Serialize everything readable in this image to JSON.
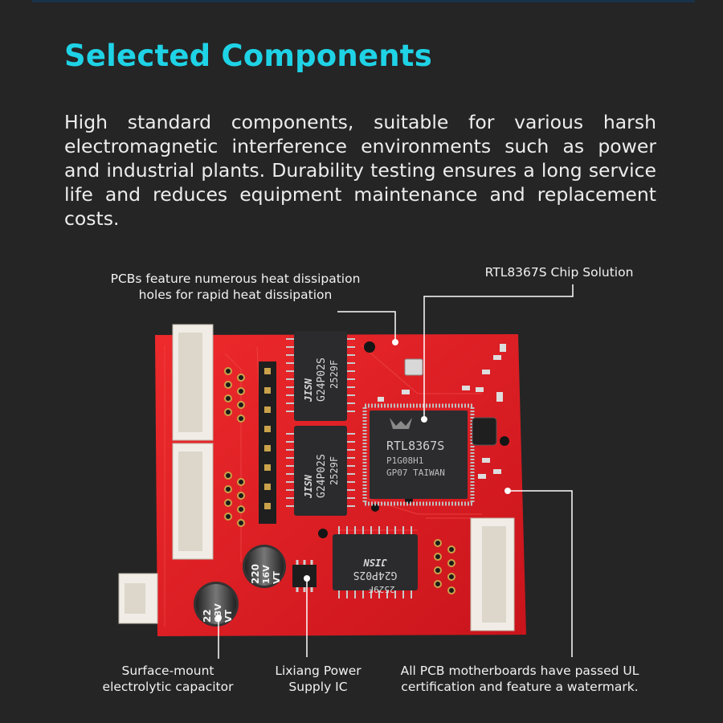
{
  "title": "Selected Components",
  "description": "High standard components, suitable for various harsh electromagnetic interference environments such as power and industrial plants. Durability testing ensures a long service life and reduces equipment maintenance and replacement costs.",
  "callouts": {
    "heat_holes": {
      "line1": "PCBs feature numerous heat dissipation",
      "line2": "holes for rapid heat dissipation"
    },
    "chip": {
      "line1": "RTL8367S Chip Solution"
    },
    "capacitor": {
      "line1": "Surface-mount",
      "line2": "electrolytic capacitor"
    },
    "power_ic": {
      "line1": "Lixiang Power",
      "line2": "Supply IC"
    },
    "ul_cert": {
      "line1": "All PCB motherboards have passed UL",
      "line2": "certification and feature a watermark."
    }
  },
  "board_markings": {
    "chip_model": "RTL8367S",
    "chip_line2": "P1G08H1",
    "chip_line3": "GP07 TAIWAN",
    "transformer_model": "G24P02S",
    "transformer_code": "2529F",
    "transformer_brand": "JISN",
    "cap_small_1": "22",
    "cap_small_2": "63V",
    "cap_small_3": "VT",
    "cap_big_1": "220",
    "cap_big_2": "16V",
    "cap_big_3": "VT"
  },
  "colors": {
    "background": "#252525",
    "title": "#1fd3e6",
    "pcb": "#e01b24",
    "connector": "#f1ede6",
    "chip": "#2c2c2e"
  }
}
